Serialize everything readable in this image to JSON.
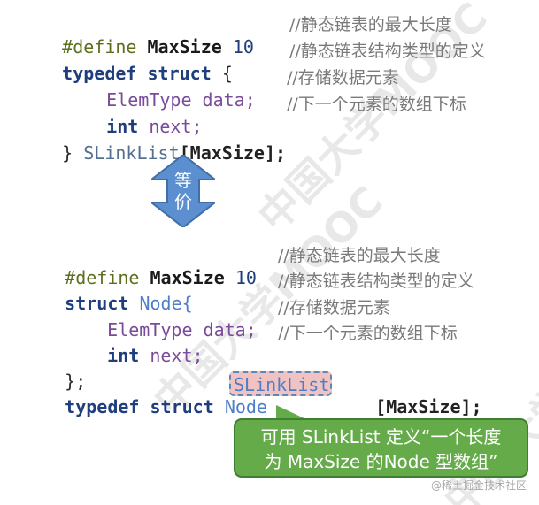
{
  "watermarks": [
    "中国大学MOOC",
    "中国大学MOOC",
    "中国大学MOOC"
  ],
  "code1": {
    "line1_macro": "#define",
    "line1_name": "MaxSize",
    "line1_num": "10",
    "line1_comment": "//静态链表的最大长度",
    "line2_kw1": "typedef",
    "line2_kw2": "struct",
    "line2_brace": "{",
    "line2_comment": "//静态链表结构类型的定义",
    "line3_type": "ElemType",
    "line3_field": "data;",
    "line3_comment": "//存储数据元素",
    "line4_type": "int",
    "line4_field": "next;",
    "line4_comment": "//下一个元素的数组下标",
    "line5_close": "}",
    "line5_name": "SLinkList",
    "line5_suffix": "[MaxSize];"
  },
  "arrow": {
    "top_text": "等",
    "bottom_text": "价",
    "color": "#5b8fd0"
  },
  "code2": {
    "line1_macro": "#define",
    "line1_name": "MaxSize",
    "line1_num": "10",
    "line1_comment": "//静态链表的最大长度",
    "line2_kw1": "struct",
    "line2_name": "Node{",
    "line2_comment": "//静态链表结构类型的定义",
    "line3_type": "ElemType",
    "line3_field": "data;",
    "line3_comment": "//存储数据元素",
    "line4_type": "int",
    "line4_field": "next;",
    "line4_comment": "//下一个元素的数组下标",
    "line5_close": "};",
    "line6_kw1": "typedef",
    "line6_kw2": "struct",
    "line6_name": "Node",
    "line6_highlight": "SLinkList",
    "line6_suffix": "[MaxSize];"
  },
  "callout": {
    "line1": "可用 SLinkList 定义“一个长度",
    "line2": "为 MaxSize 的Node 型数组”",
    "bg_color": "#66ab4a"
  },
  "footer": {
    "text": "@稀土掘金技术社区"
  }
}
